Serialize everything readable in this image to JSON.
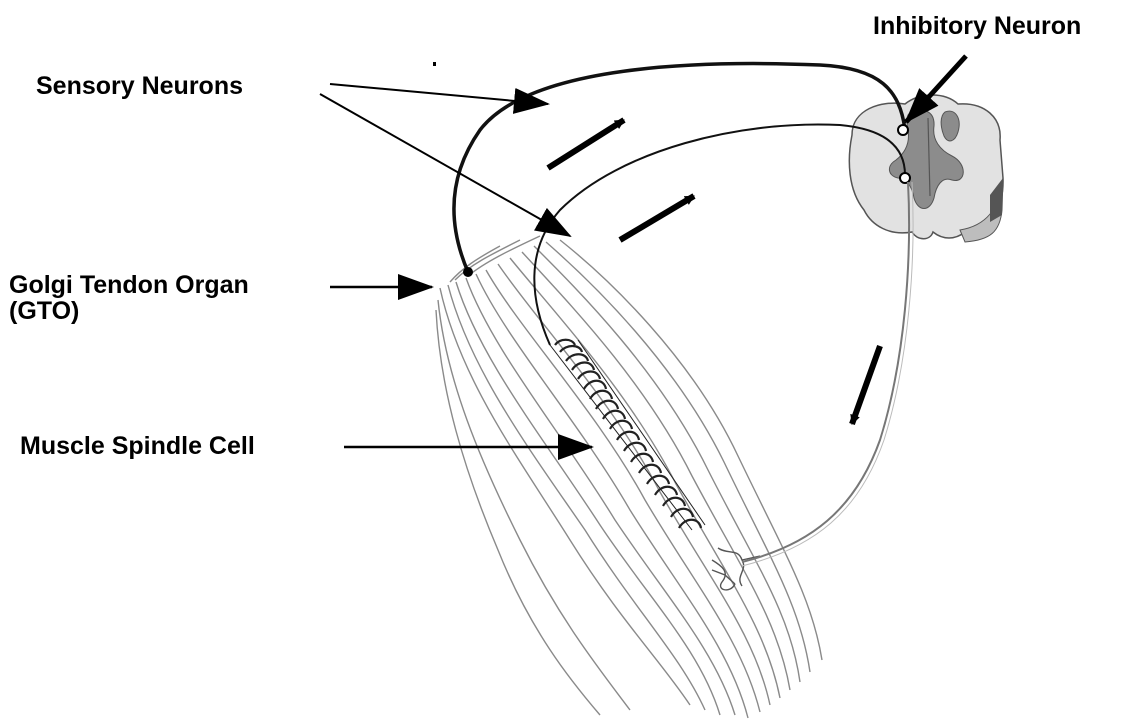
{
  "labels": {
    "sensory_neurons": "Sensory Neurons",
    "inhibitory_neuron": "Inhibitory Neuron",
    "gto_line1": "Golgi Tendon Organ",
    "gto_line2": "(GTO)",
    "muscle_spindle": "Muscle Spindle Cell"
  },
  "colors": {
    "ink": "#000000",
    "fiber": "#8a8a8a",
    "cord_white": "#e2e2e2",
    "cord_gray": "#8c8c8c",
    "cord_side": "#bdbdbd",
    "cord_dark": "#555555"
  }
}
